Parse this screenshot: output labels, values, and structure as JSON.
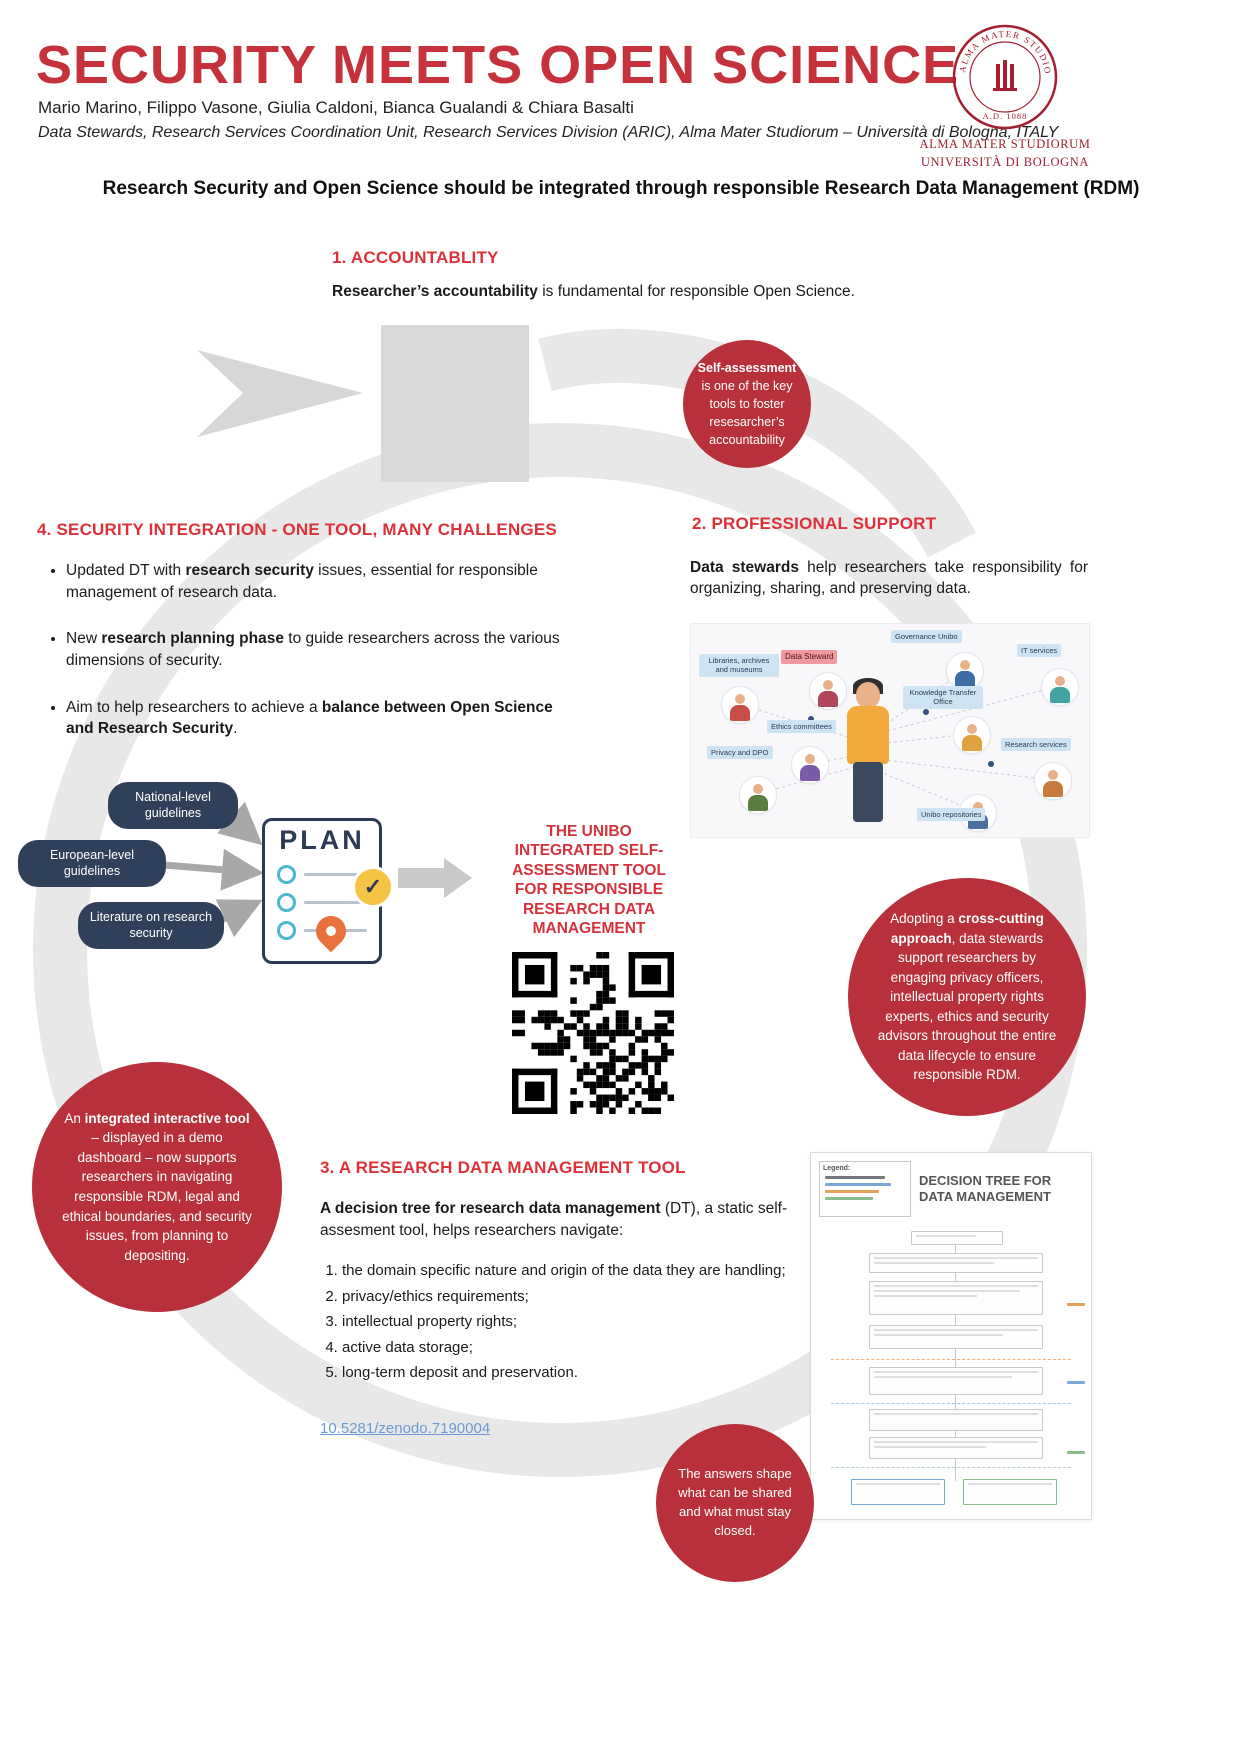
{
  "header": {
    "title": "SECURITY MEETS OPEN SCIENCE",
    "authors": "Mario Marino, Filippo Vasone, Giulia Caldoni, Bianca Gualandi & Chiara Basalti",
    "affiliation": "Data Stewards, Research Services Coordination Unit, Research Services Division (ARIC), Alma Mater Studiorum – Università di Bologna, ITALY",
    "seal_top": "ALMA MATER STUDIORUM",
    "seal_bottom": "A.D. 1088",
    "logo_line1": "ALMA MATER STUDIORUM",
    "logo_line2": "UNIVERSITÀ DI BOLOGNA"
  },
  "tagline": "Research Security and Open Science should be integrated through responsible Research Data Management (RDM)",
  "sections": {
    "accountability": {
      "heading": "1. ACCOUNTABLITY",
      "body_bold": "Researcher’s accountability",
      "body_rest": " is fundamental for responsible Open Science."
    },
    "professional_support": {
      "heading": "2. PROFESSIONAL SUPPORT",
      "body_bold": "Data stewards",
      "body_rest": " help researchers take responsibility for organizing, sharing, and preserving data.",
      "illustration_labels": [
        "Libraries, archives and museums",
        "Data Steward",
        "Governance Unibo",
        "IT services",
        "Knowledge Transfer Office",
        "Ethics committees",
        "Privacy and DPO",
        "Research services",
        "Unibo repositories"
      ]
    },
    "rdm_tool": {
      "heading": "3. A RESEARCH DATA MANAGEMENT TOOL",
      "intro_bold": "A decision tree for research data management",
      "intro_rest": " (DT), a static self-assesment tool, helps researchers navigate:",
      "list": [
        "the domain specific nature and origin of the data they are handling;",
        "privacy/ethics requirements;",
        "intellectual property rights;",
        "active data storage;",
        "long-term deposit and preservation."
      ],
      "doi_link": "10.5281/zenodo.7190004"
    },
    "security_integration": {
      "heading": "4. SECURITY INTEGRATION - ONE TOOL, MANY CHALLENGES",
      "bullets": [
        {
          "pre": "Updated DT with ",
          "bold": "research security",
          "post": " issues, essential for responsible management of research data."
        },
        {
          "pre": "New ",
          "bold": "research planning phase",
          "post": " to guide researchers across the various dimensions of security."
        },
        {
          "pre": "Aim to help researchers to achieve a ",
          "bold": "balance between Open Science and Research Security",
          "post": "."
        }
      ]
    }
  },
  "pills": [
    "National-level guidelines",
    "European-level guidelines",
    "Literature on research security"
  ],
  "plan_label": "PLAN",
  "center_tool_text": "THE UNIBO INTEGRATED SELF-ASSESSMENT TOOL FOR RESPONSIBLE RESEARCH DATA MANAGEMENT",
  "circles": {
    "self_assessment": {
      "bold": "Self-assessment",
      "rest": " is one of the key tools to foster resesarcher’s accountability"
    },
    "cross_cutting": {
      "pre": "Adopting a ",
      "bold": "cross-cutting approach",
      "rest": ", data stewards support researchers by engaging privacy officers, intellectual property rights experts, ethics and security advisors throughout the entire data lifecycle to ensure responsible RDM."
    },
    "interactive_tool": {
      "pre": "An ",
      "bold": "integrated interactive tool",
      "rest": " – displayed in a demo dashboard – now supports researchers in navigating responsible RDM, legal and ethical boundaries, and security issues, from planning to depositing."
    },
    "answers": "The answers shape what can be shared and what must stay closed."
  },
  "decision_tree": {
    "legend": "Legend:",
    "title": "DECISION TREE FOR DATA MANAGEMENT"
  },
  "icons": {
    "check": "✓"
  }
}
